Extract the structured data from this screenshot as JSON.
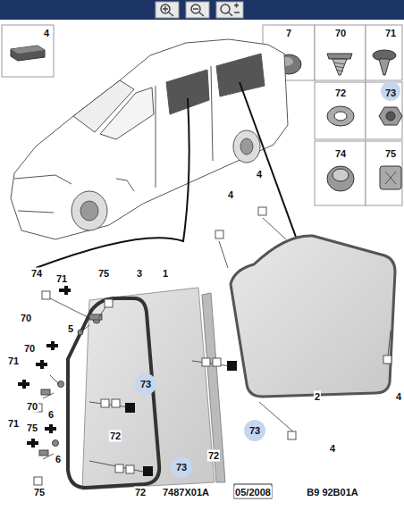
{
  "diagram": {
    "labels": [
      "4",
      "7",
      "70",
      "71",
      "72",
      "73",
      "74",
      "75",
      "4",
      "4",
      "4",
      "4",
      "74",
      "71",
      "75",
      "3",
      "1",
      "70",
      "5",
      "70",
      "71",
      "70",
      "6",
      "71",
      "75",
      "6",
      "75",
      "73",
      "72",
      "73",
      "72",
      "2",
      "73",
      "72",
      "7487X01A",
      "05/2008",
      "B9 92B01A"
    ]
  }
}
